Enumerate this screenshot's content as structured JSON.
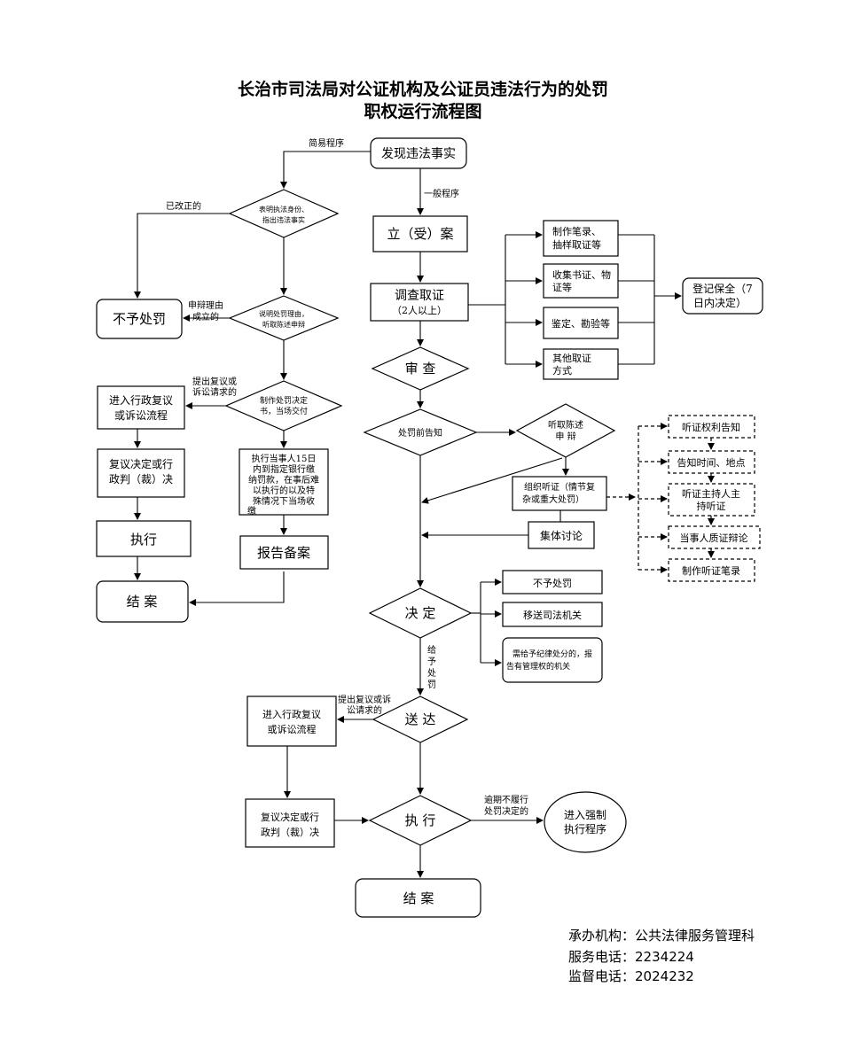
{
  "title": {
    "line1": "长治市司法局对公证机构及公证员违法行为的处罚",
    "line2": "职权运行流程图"
  },
  "nodes": {
    "discover": "发现违法事实",
    "simple_label": "简易程序",
    "general_label": "一般程序",
    "d_show_id_1": "表明执法身份、",
    "d_show_id_2": "指出违法事实",
    "corrected_label": "已改正的",
    "no_penalty_left": "不予处罚",
    "defense_label_1": "申辩理由",
    "defense_label_2": "成立的",
    "d_explain_1": "说明处罚理由，",
    "d_explain_2": "听取陈述申辩",
    "review_label_1": "提出复议或",
    "review_label_2": "诉讼请求的",
    "d_make_1": "制作处罚决定",
    "d_make_2": "书，当场交付",
    "left_review_1": "进入行政复议",
    "left_review_2": "或诉讼流程",
    "left_verdict_1": "复议决定或行",
    "left_verdict_2": "政判（裁）决",
    "left_execute": "执行",
    "left_close": "结 案",
    "exec15_1": "执行当事人15日",
    "exec15_2": "内到指定银行缴",
    "exec15_3": "纳罚款，在事后难",
    "exec15_4": "以执行的以及特",
    "exec15_5": "殊情况下当场收",
    "exec15_6": "缴",
    "report_file": "报告备案",
    "case_open": "立（受）案",
    "investigate_1": "调查取证",
    "investigate_2": "（2人以上）",
    "ev1_1": "制作笔录、",
    "ev1_2": "抽样取证等",
    "ev2_1": "收集书证、物",
    "ev2_2": "证等",
    "ev3": "鉴定、勘验等",
    "ev4_1": "其他取证",
    "ev4_2": "方式",
    "register_1": "登记保全（7",
    "register_2": "日内决定）",
    "audit": "审  查",
    "pre_notice": "处罚前告知",
    "hear_defense_1": "听取陈述",
    "hear_defense_2": "申  辩",
    "hearing_1": "组织听证（情节复",
    "hearing_2": "杂或重大处罚）",
    "collective": "集体讨论",
    "h1": "听证权利告知",
    "h2": "告知时间、地点",
    "h3_1": "听证主持人主",
    "h3_2": "持听证",
    "h4": "当事人质证辩论",
    "h5": "制作听证笔录",
    "decide": "决  定",
    "out1": "不予处罚",
    "out2": "移送司法机关",
    "out3_1": "需给予纪律处分的，报",
    "out3_2": "告有管理权的机关",
    "give_penalty_1": "给",
    "give_penalty_2": "予",
    "give_penalty_3": "处",
    "give_penalty_4": "罚",
    "deliver": "送  达",
    "review2_label_1": "提出复议或诉",
    "review2_label_2": "讼请求的",
    "bottom_review_1": "进入行政复议",
    "bottom_review_2": "或诉讼流程",
    "bottom_verdict_1": "复议决定或行",
    "bottom_verdict_2": "政判（裁）决",
    "execute": "执  行",
    "overdue_1": "逾期不履行",
    "overdue_2": "处罚决定的",
    "enforce_1": "进入强制",
    "enforce_2": "执行程序",
    "close": "结  案"
  },
  "footer": {
    "org_label": "承办机构：",
    "org": "公共法律服务管理科",
    "service_label": "服务电话：",
    "service_phone": "2234224",
    "supervise_label": "监督电话：",
    "supervise_phone": "2024232"
  }
}
